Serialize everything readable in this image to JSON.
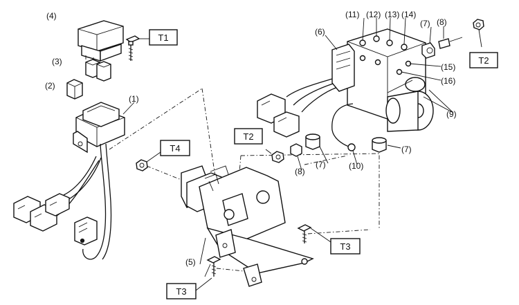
{
  "diagram": {
    "part_labels": {
      "p1": "(1)",
      "p2": "(2)",
      "p3": "(3)",
      "p4": "(4)",
      "p5": "(5)",
      "p6": "(6)",
      "p7a": "(7)",
      "p7b": "(7)",
      "p7c": "(7)",
      "p8a": "(8)",
      "p8b": "(8)",
      "p9": "(9)",
      "p10": "(10)",
      "p11": "(11)",
      "p12": "(12)",
      "p13": "(13)",
      "p14": "(14)",
      "p15": "(15)",
      "p16": "(16)"
    },
    "torque_tags": {
      "t1": "T1",
      "t2a": "T2",
      "t2b": "T2",
      "t3a": "T3",
      "t3b": "T3",
      "t4": "T4"
    }
  }
}
